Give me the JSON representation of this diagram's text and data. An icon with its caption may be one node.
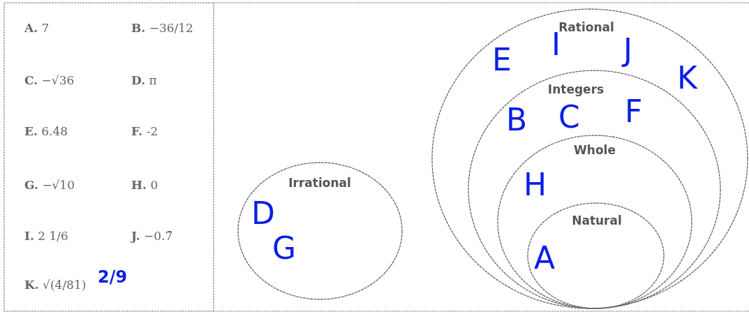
{
  "diagram": {
    "nodes": [
      {
        "text": [
          "Irrational",
          "D",
          "G"
        ]
      },
      {
        "text": [
          "Rational",
          "E",
          "I",
          "J",
          "K"
        ]
      },
      {
        "text": [
          "Integers",
          "B",
          "C",
          "F"
        ],
        "in": 1
      },
      {
        "text": [
          "Whole",
          "H"
        ],
        "in": 2
      },
      {
        "text": [
          "Natural",
          "A"
        ],
        "in": 3
      }
    ],
    "labels": [
      "**A.** 7",
      "**B.** −36/12",
      "**C.** −√36",
      "**D.** π",
      "**E.** 6.48",
      "**F.** -2",
      "**G.** −√10",
      "**H.** 0",
      "**I.** 2 1/6",
      "**J.** −0.7̄",
      "**K.** √(4/81)",
      "2/9"
    ]
  }
}
